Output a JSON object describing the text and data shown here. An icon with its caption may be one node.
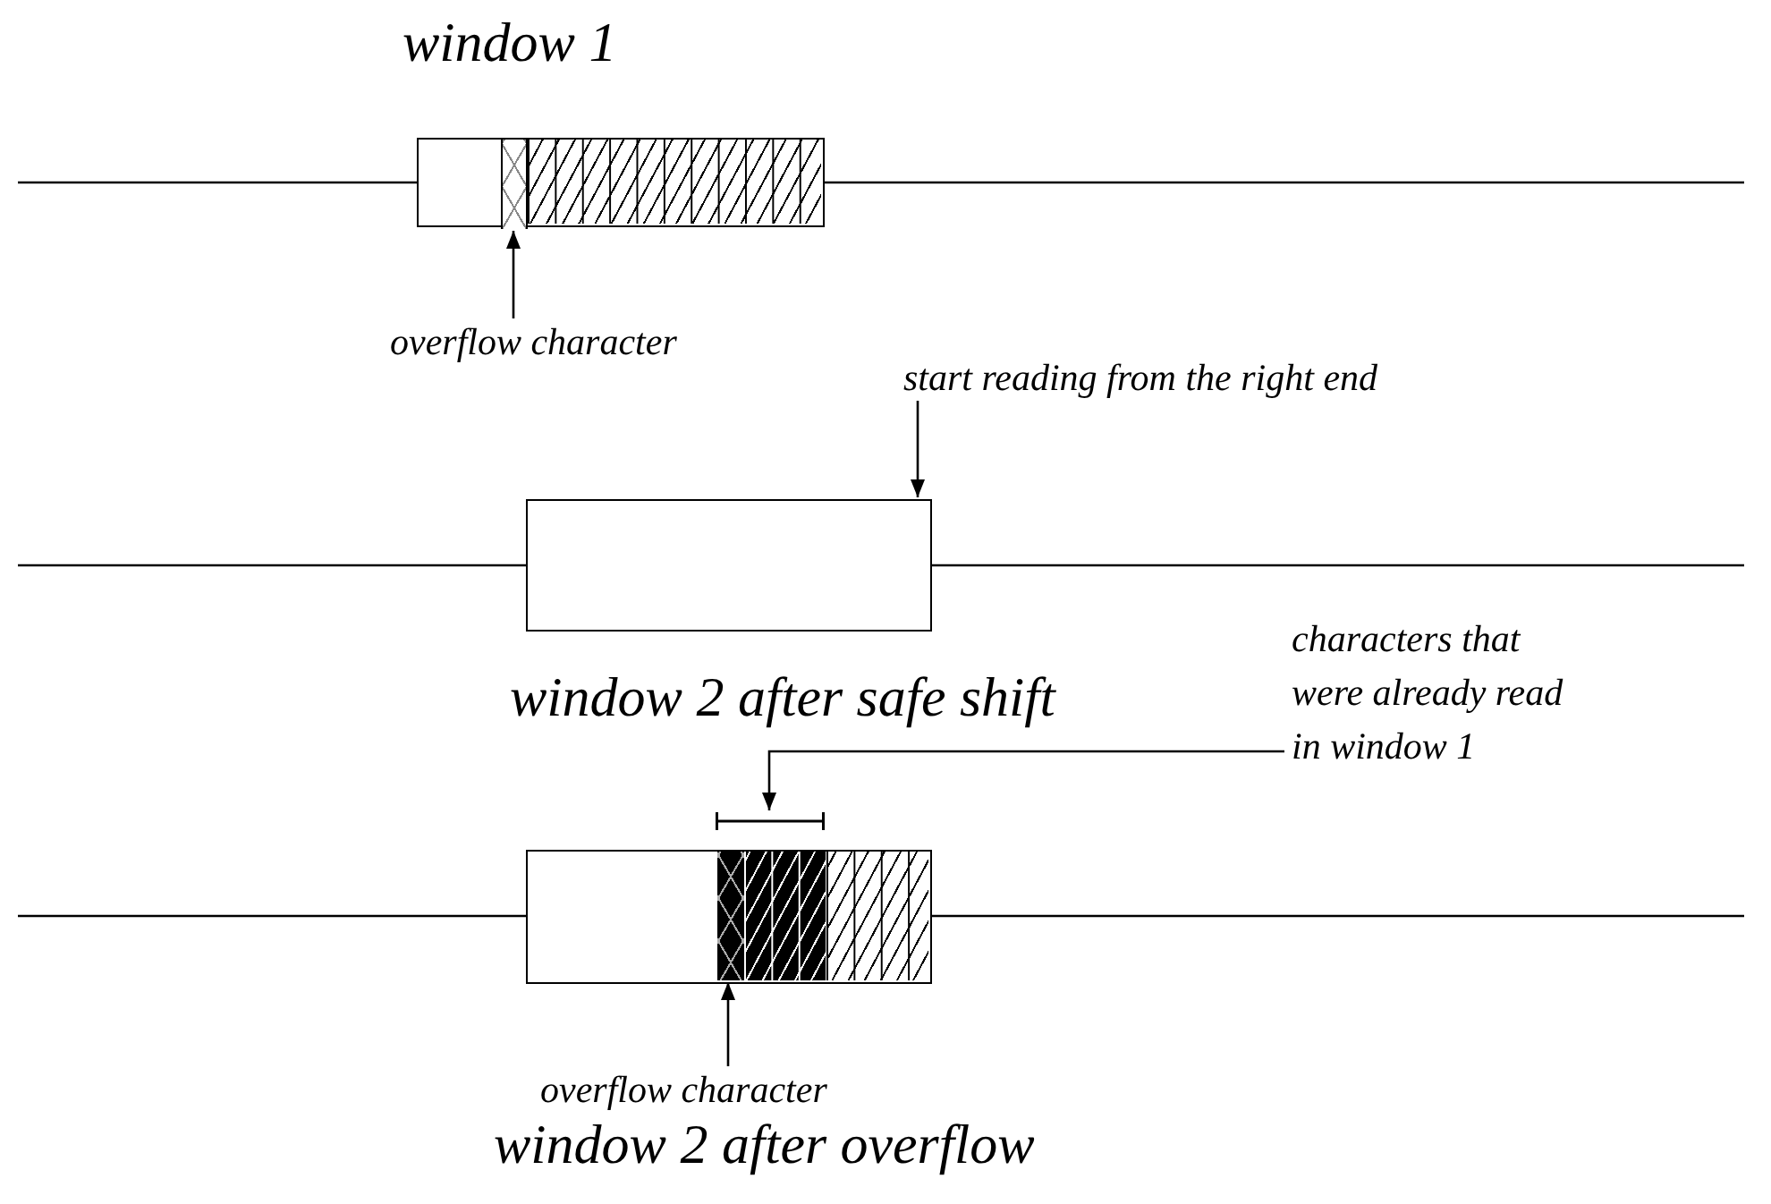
{
  "diagram": {
    "nodes": [
      {
        "text": [
          "window 1"
        ]
      },
      {
        "text": [],
        "shape": "box",
        "in": 0
      },
      {
        "text": [
          "overflow character"
        ]
      },
      {
        "text": [
          "start reading from the right end"
        ]
      },
      {
        "text": [
          "window 2 after safe shift"
        ]
      },
      {
        "text": [
          "characters that were already read in window 1"
        ]
      },
      {
        "text": [],
        "shape": "bracket"
      },
      {
        "text": [
          "window 2 after overflow"
        ]
      },
      {
        "text": [],
        "shape": "box",
        "in": 7
      },
      {
        "text": [
          "overflow character"
        ]
      }
    ],
    "edges": [
      {
        "from": 2,
        "to": 1,
        "arrow": "to"
      },
      {
        "from": 3,
        "to": 4,
        "arrow": "to"
      },
      {
        "from": 5,
        "to": 6,
        "arrow": "to"
      },
      {
        "from": 9,
        "to": 8,
        "arrow": "to"
      }
    ]
  }
}
